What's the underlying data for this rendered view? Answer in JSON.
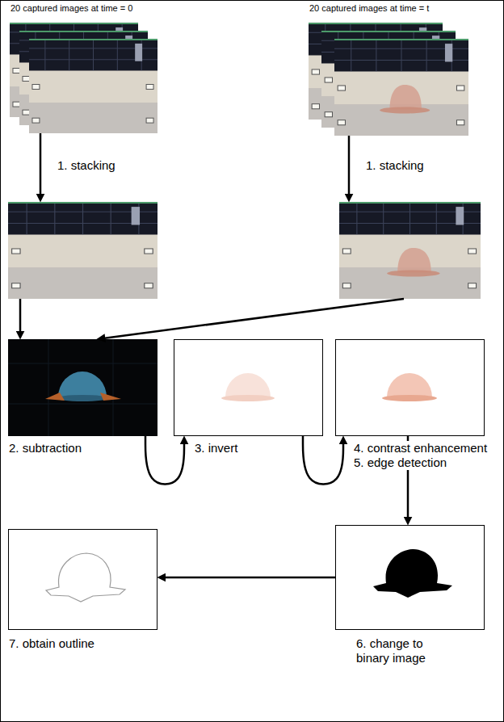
{
  "diagram": {
    "nodes": [
      {
        "text": [
          "20 captured images at time = 0"
        ]
      },
      {
        "text": [
          "20 captured images at time = t"
        ]
      },
      {
        "text": [
          "1. stacking"
        ]
      },
      {
        "text": [
          "1. stacking"
        ]
      },
      {
        "text": [
          "2. subtraction"
        ]
      },
      {
        "text": [
          "3. invert"
        ]
      },
      {
        "text": [
          "4. contrast enhancement",
          "5. edge detection"
        ]
      },
      {
        "text": [
          "6. change to binary image"
        ]
      },
      {
        "text": [
          "7. obtain outline"
        ]
      }
    ],
    "edges": [
      {
        "from": 0,
        "to": 2,
        "arrow": "to"
      },
      {
        "from": 1,
        "to": 3,
        "arrow": "to"
      },
      {
        "from": 2,
        "to": 4,
        "arrow": "to"
      },
      {
        "from": 3,
        "to": 4,
        "arrow": "to"
      },
      {
        "from": 4,
        "to": 5,
        "arrow": "to"
      },
      {
        "from": 5,
        "to": 6,
        "arrow": "to"
      },
      {
        "from": 6,
        "to": 7,
        "arrow": "to"
      },
      {
        "from": 7,
        "to": 8,
        "arrow": "to"
      }
    ]
  }
}
